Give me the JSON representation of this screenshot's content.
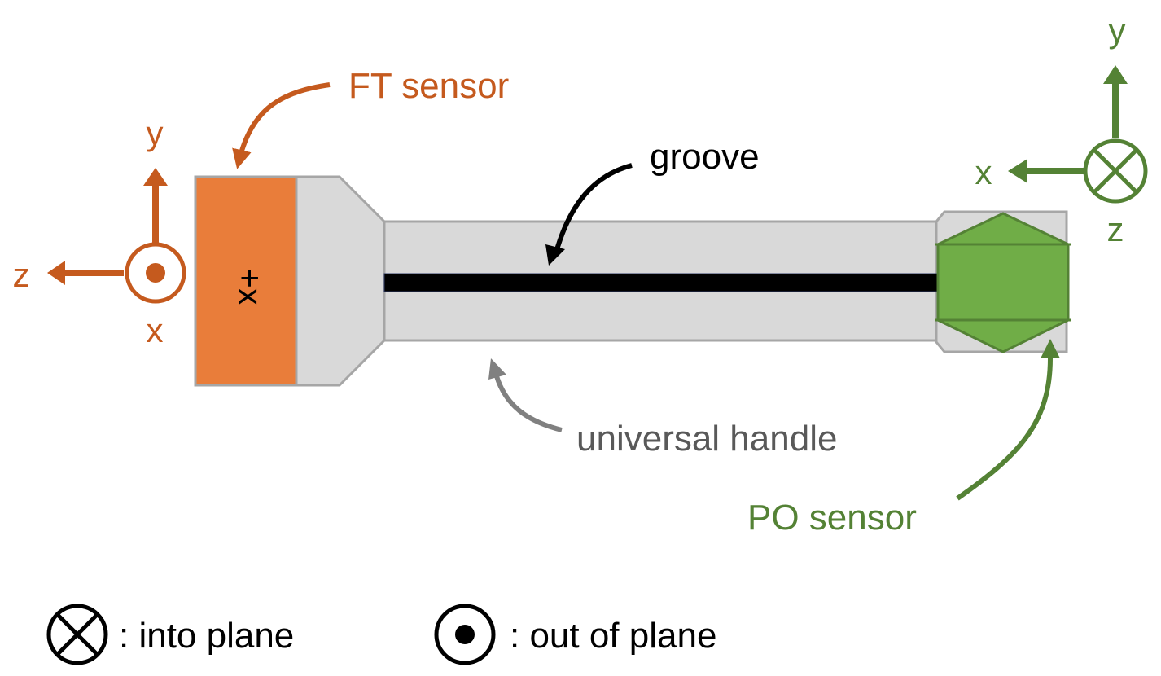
{
  "labels": {
    "ft_sensor": "FT sensor",
    "groove": "groove",
    "universal_handle": "universal handle",
    "po_sensor": "PO sensor",
    "ft_plus_x": "+x"
  },
  "ft_frame": {
    "x": "x",
    "y": "y",
    "z": "z"
  },
  "po_frame": {
    "x": "x",
    "y": "y",
    "z": "z"
  },
  "legend": {
    "into_plane": ": into plane",
    "out_of_plane": ": out of plane"
  },
  "colors": {
    "ft": "#c55a1e",
    "ft_fill": "#e97d3a",
    "po": "#548235",
    "po_fill": "#70ad47",
    "handle_fill": "#d9d9d9",
    "handle_stroke": "#a6a6a6",
    "groove": "#000000",
    "handle_label": "#595959",
    "handle_arrow": "#808080"
  }
}
